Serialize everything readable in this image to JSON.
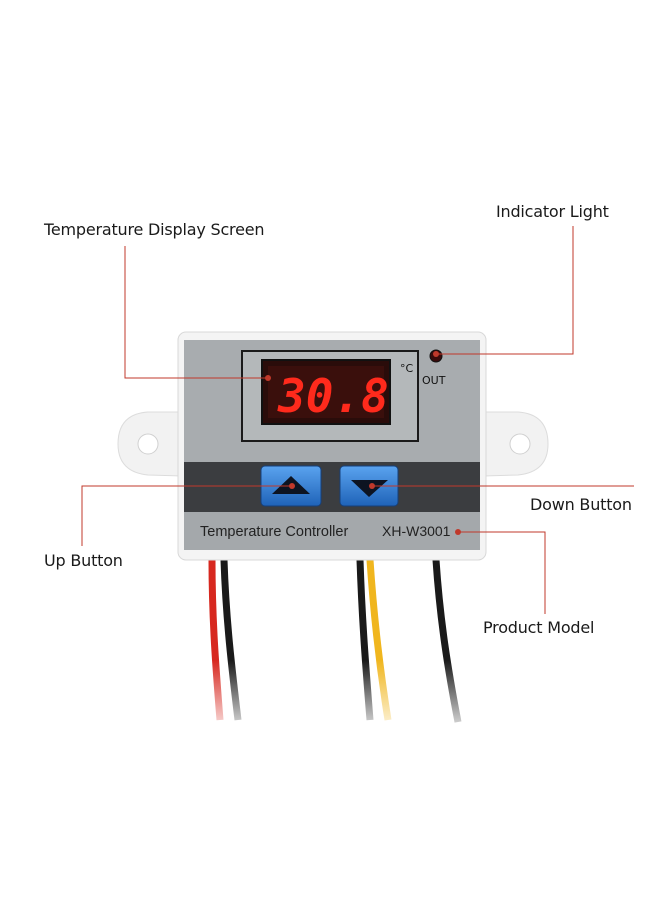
{
  "callouts": {
    "display": "Temperature Display Screen",
    "indicator": "Indicator Light",
    "down": "Down Button",
    "up": "Up Button",
    "model": "Product Model"
  },
  "device": {
    "lcd_reading": "30.8",
    "unit": "°C",
    "out_label": "OUT",
    "name_label": "Temperature Controller",
    "model_label": "XH-W3001"
  },
  "colors": {
    "leader": "#c0392b",
    "lcd_digits": "#ff2a1c",
    "button_blue": "#2f7fd8"
  },
  "icons": [
    "arrow-up-icon",
    "arrow-down-icon"
  ]
}
